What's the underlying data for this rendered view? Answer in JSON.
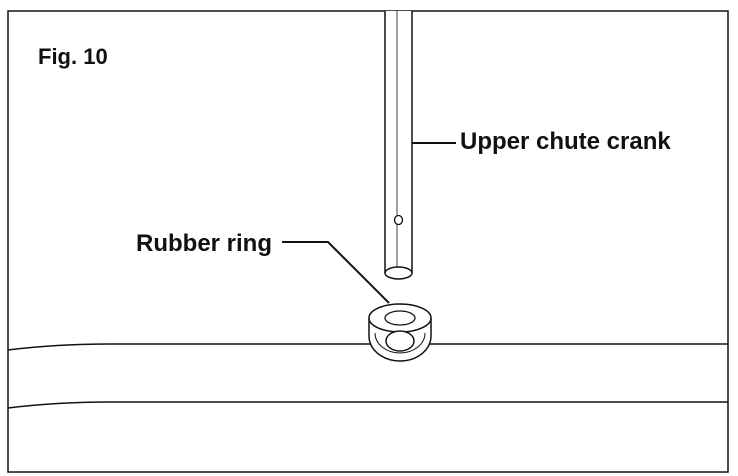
{
  "figure": {
    "title": "Fig. 10",
    "labels": {
      "upper_chute_crank": "Upper chute crank",
      "rubber_ring": "Rubber ring"
    }
  }
}
